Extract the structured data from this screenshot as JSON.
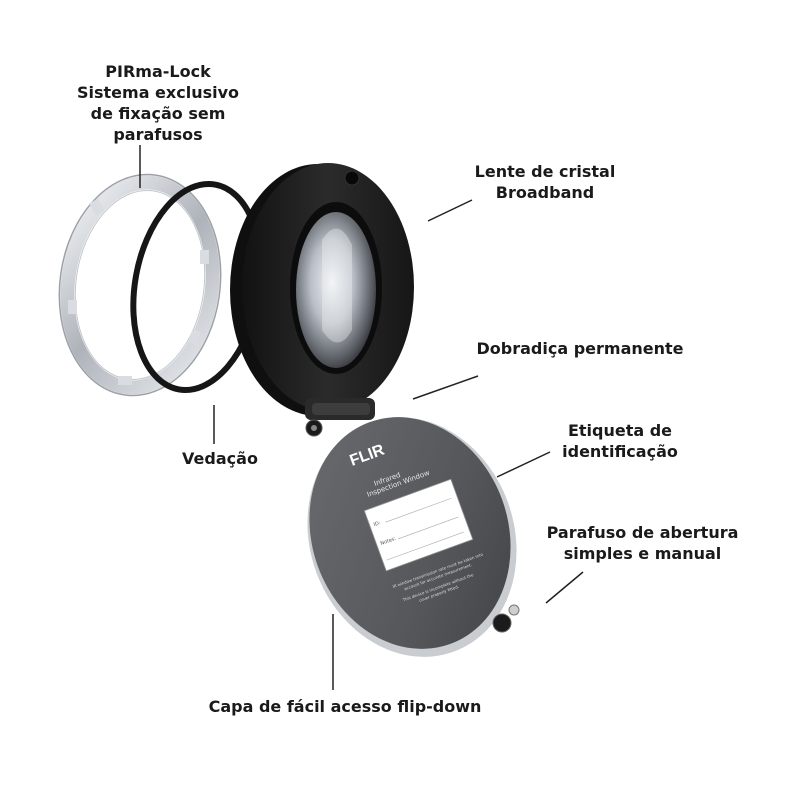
{
  "labels": {
    "lock": [
      "PIRma-Lock",
      "Sistema exclusivo",
      "de fixação sem",
      "parafusos"
    ],
    "lens": [
      "Lente de cristal",
      "Broadband"
    ],
    "hinge": "Dobradiça permanente",
    "tag": [
      "Etiqueta de",
      "identificação"
    ],
    "screw": [
      "Parafuso de abertura",
      "simples e manual"
    ],
    "seal": "Vedação",
    "cap": "Capa de fácil acesso flip-down"
  },
  "product": {
    "logo": "FLIR",
    "plate_title": [
      "Infrared",
      "Inspection Window"
    ],
    "field_id": "ID:",
    "field_notes": "Notes:",
    "notice": [
      "IR window transmission rate must be taken into",
      "account for accurate measurement.",
      "This device is incomplete without the",
      "cover properly fitted."
    ]
  },
  "colors": {
    "text": "#1a1a1a",
    "leader_line": "#222222",
    "housing": "#1e1e1e",
    "ring": "#cfd3d8",
    "plate": "#5a5c60"
  }
}
